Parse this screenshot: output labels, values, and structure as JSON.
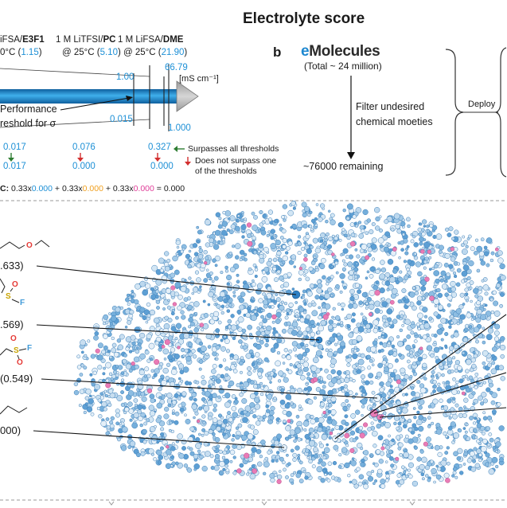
{
  "title": "Electrolyte score",
  "colors": {
    "value_blue": "#1e90d6",
    "value_orange": "#f0a020",
    "value_magenta": "#e0409a",
    "pass_green": "#2e7d32",
    "fail_red": "#d32f2f",
    "bar_blue": "#1a86d0",
    "point_blue": "#a3cae8",
    "point_pink": "#e97bb6",
    "oxygen": "#e53935",
    "sulfur": "#c9a400",
    "fluorine": "#3f9ad8"
  },
  "panel_a": {
    "references": [
      {
        "solvent_prefix": "iFSA/",
        "solvent": "E3F1",
        "cond_prefix": "0°C (",
        "conductivity": "1.15",
        "cond_suffix": ")"
      },
      {
        "solvent_prefix": "1 M LiTFSI/",
        "solvent": "PC",
        "cond_prefix": "@ 25°C (",
        "conductivity": "5.10",
        "cond_suffix": ")"
      },
      {
        "solvent_prefix": "1 M LiFSA/",
        "solvent": "DME",
        "cond_prefix": "@ 25°C (",
        "conductivity": "21.90",
        "cond_suffix": ")"
      }
    ],
    "max_value": "66.79",
    "unit": "[mS cm⁻¹]",
    "upper_score": "1.00",
    "lower_score": "0.015",
    "max_score": "1.000",
    "threshold_line1": "Performance",
    "threshold_line2": "reshold for σ",
    "scores_raw": [
      "0.017",
      "0.076",
      "0.327"
    ],
    "scores_final": [
      "0.017",
      "0.000",
      "0.000"
    ],
    "legend": {
      "pass": "Surpasses all thresholds",
      "fail_line1": "Does not surpass one",
      "fail_line2": "of the thresholds"
    },
    "formula": {
      "label": "C:",
      "w1": " 0.33x",
      "v1": "0.000",
      "w2": " + 0.33x",
      "v2": "0.000",
      "w3": " + 0.33x",
      "v3": "0.000",
      "result": " = 0.000"
    }
  },
  "panel_b": {
    "letter": "b",
    "logo_e": "e",
    "logo_rest": "Molecules",
    "total": "(Total ~ 24 million)",
    "filter_line1": "Filter undesired",
    "filter_line2": "chemical moeties",
    "remaining": "~76000 remaining",
    "deploy": "Deploy"
  },
  "map": {
    "score_labels": [
      ".633)",
      ".569)",
      "(0.549)",
      "000)"
    ],
    "atoms": [
      "O",
      "O",
      "S",
      "F",
      "O",
      "S",
      "O",
      "F"
    ]
  }
}
